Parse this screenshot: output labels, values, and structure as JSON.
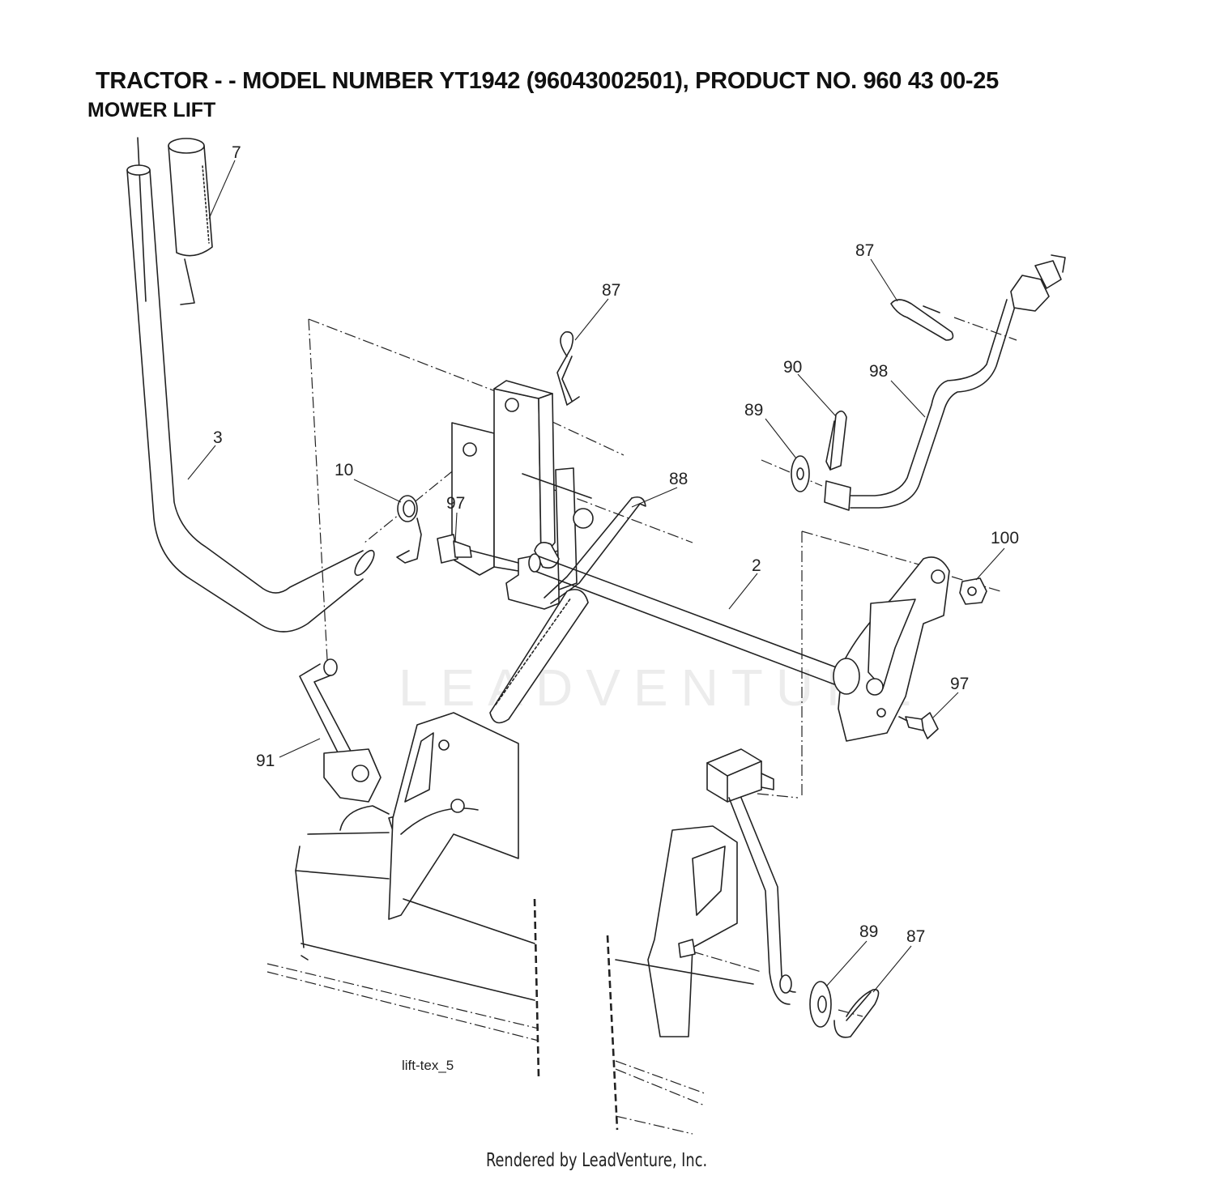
{
  "header": {
    "title": "TRACTOR - - MODEL NUMBER YT1942 (96043002501), PRODUCT NO. 960 43 00-25",
    "subtitle": "MOWER LIFT"
  },
  "diagram": {
    "figure_id": "lift-tex_5",
    "watermark": "LEADVENTURE",
    "callouts": [
      {
        "id": "c-7",
        "label": "7"
      },
      {
        "id": "c-3",
        "label": "3"
      },
      {
        "id": "c-87a",
        "label": "87"
      },
      {
        "id": "c-87b",
        "label": "87"
      },
      {
        "id": "c-90",
        "label": "90"
      },
      {
        "id": "c-98",
        "label": "98"
      },
      {
        "id": "c-89a",
        "label": "89"
      },
      {
        "id": "c-10",
        "label": "10"
      },
      {
        "id": "c-97a",
        "label": "97"
      },
      {
        "id": "c-88",
        "label": "88"
      },
      {
        "id": "c-2",
        "label": "2"
      },
      {
        "id": "c-100",
        "label": "100"
      },
      {
        "id": "c-97b",
        "label": "97"
      },
      {
        "id": "c-91",
        "label": "91"
      },
      {
        "id": "c-89b",
        "label": "89"
      },
      {
        "id": "c-87c",
        "label": "87"
      }
    ]
  },
  "footer": {
    "credit": "Rendered by LeadVenture, Inc."
  }
}
